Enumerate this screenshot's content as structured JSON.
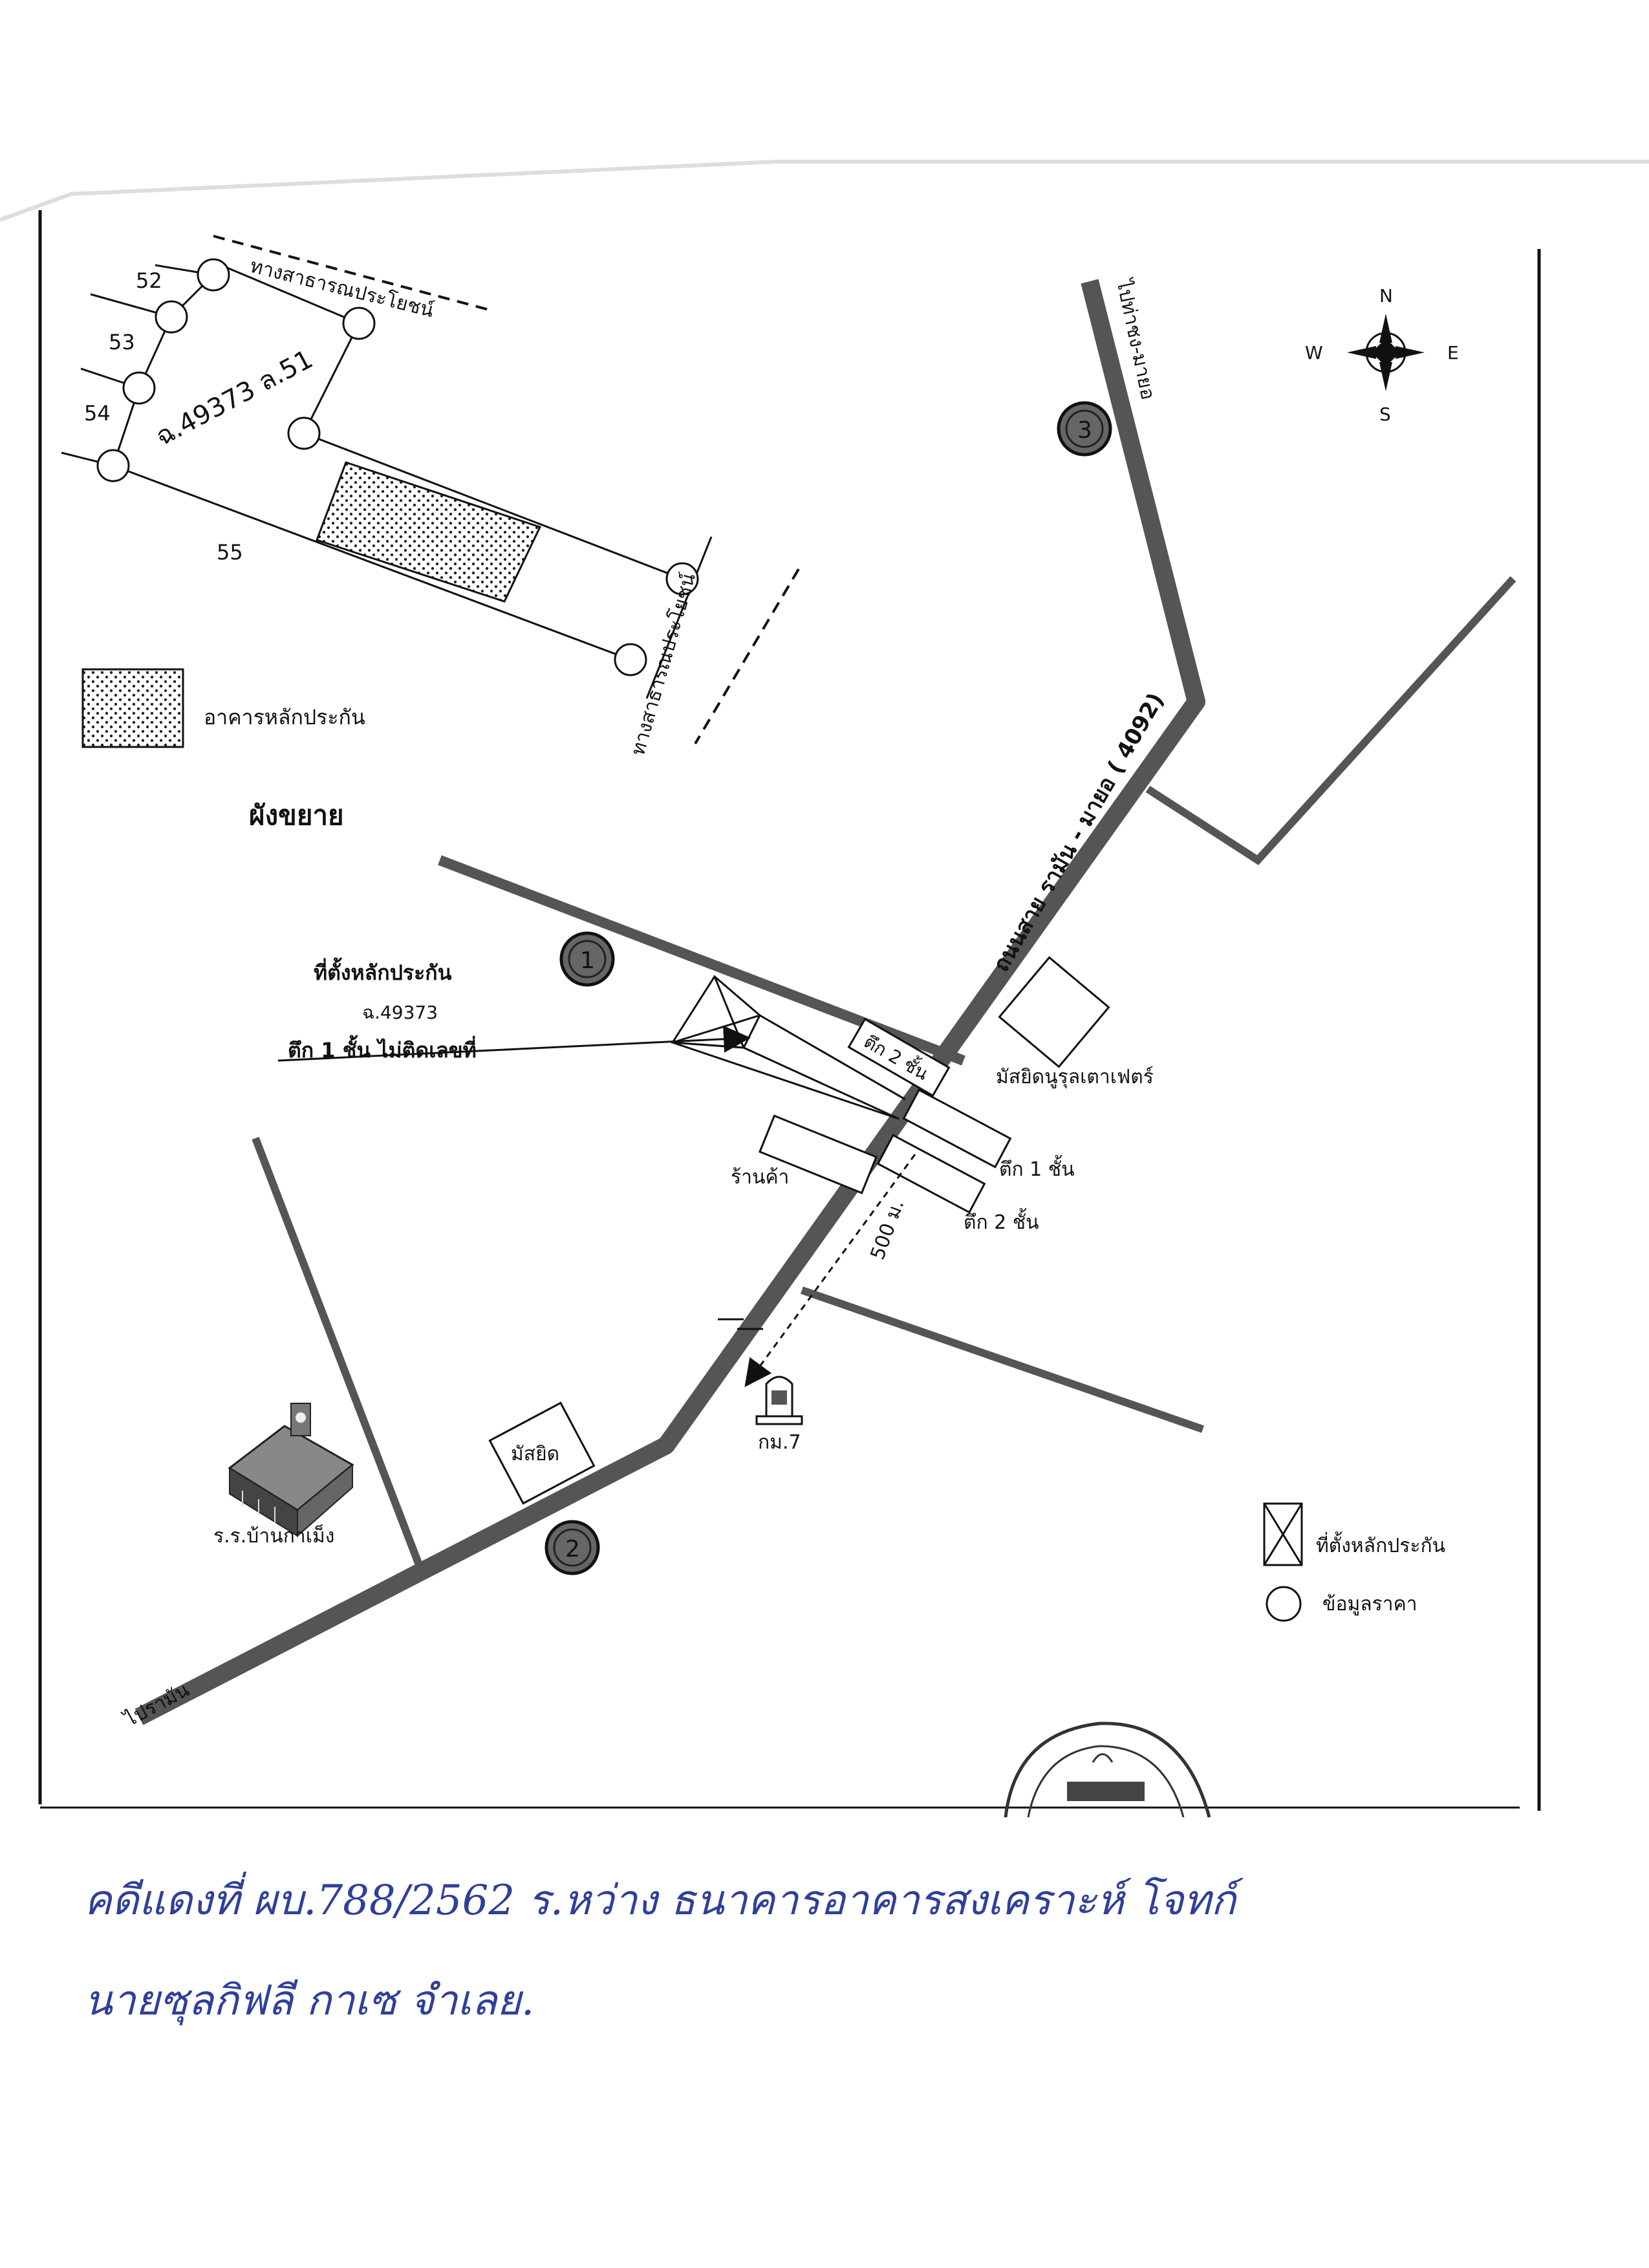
{
  "compass": {
    "n": "N",
    "s": "S",
    "e": "E",
    "w": "W"
  },
  "inset": {
    "road_top": "ทางสาธารณประโยชน์",
    "road_right": "ทางสาธารณประโยชน์",
    "parcel_label": "ฉ.49373 ล.51",
    "lot_numbers": [
      "52",
      "53",
      "54",
      "55"
    ],
    "legend_building": "อาคารหลักประกัน"
  },
  "expanded_title": "ผังขยาย",
  "collateral_callout": {
    "line1": "ที่ตั้งหลักประกัน",
    "line2": "ฉ.49373",
    "line3": "ตึก 1 ชั้น ไม่ติดเลขที่"
  },
  "roads": {
    "main": "ถนนสาย รามัน - มายอ ( 4092)",
    "to_mayo": "ไปท่าชง-มายอ",
    "to_raman": "ไปรามัน"
  },
  "markers": [
    "1",
    "2",
    "3"
  ],
  "places": {
    "building_2_floor_near": "ตึก 2 ชั้น",
    "shop": "ร้านค้า",
    "mosque_north": "มัสยิดนูรุลเตาเฟตร์",
    "building_1_floor": "ตึก 1 ชั้น",
    "building_2_floor": "ตึก 2 ชั้น",
    "distance": "500 ม.",
    "km_marker": "กม.7",
    "mosque_south": "มัสยิด",
    "school": "ร.ร.บ้านกาเม็ง"
  },
  "legend": {
    "collateral_site": "ที่ตั้งหลักประกัน",
    "price_data": "ข้อมูลราคา"
  },
  "handwritten": {
    "line1": "คดีแดงที่ ผบ.788/2562 ร.หว่าง ธนาคารอาคารสงเคราะห์ โจทก์",
    "line2": "นายซุลกิฟลี กาเซ จำเลย."
  }
}
